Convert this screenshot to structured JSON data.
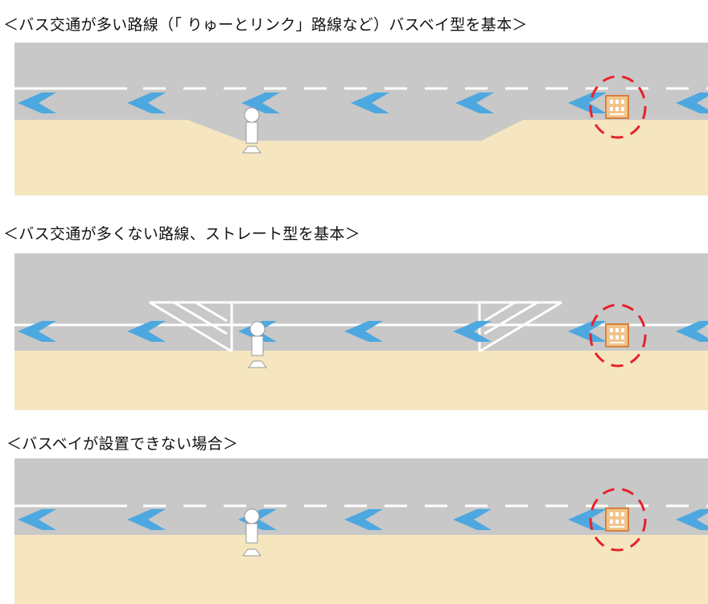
{
  "captions": {
    "panel1": "＜バス交通が多い路線（「 りゅーとリンク」路線など）バスベイ型を基本＞",
    "panel2": "＜バス交通が多くない路線、ストレート型を基本＞",
    "panel3": "＜バスベイが設置できない場合＞"
  },
  "colors": {
    "road": "#c8c8c8",
    "sidewalk": "#f5e6c0",
    "arrow": "#4ea8e0",
    "line": "#ffffff",
    "highlight_circle": "#e8202a",
    "sign_bg": "#f2c48a",
    "sign_border": "#d9803a",
    "stop_pole": "#ffffff"
  },
  "icons": {
    "arrow": "chevron-left-icon",
    "bus_stop": "bus-stop-pole-icon",
    "sign": "bus-shelter-sign-icon",
    "highlight": "dashed-circle-icon"
  }
}
